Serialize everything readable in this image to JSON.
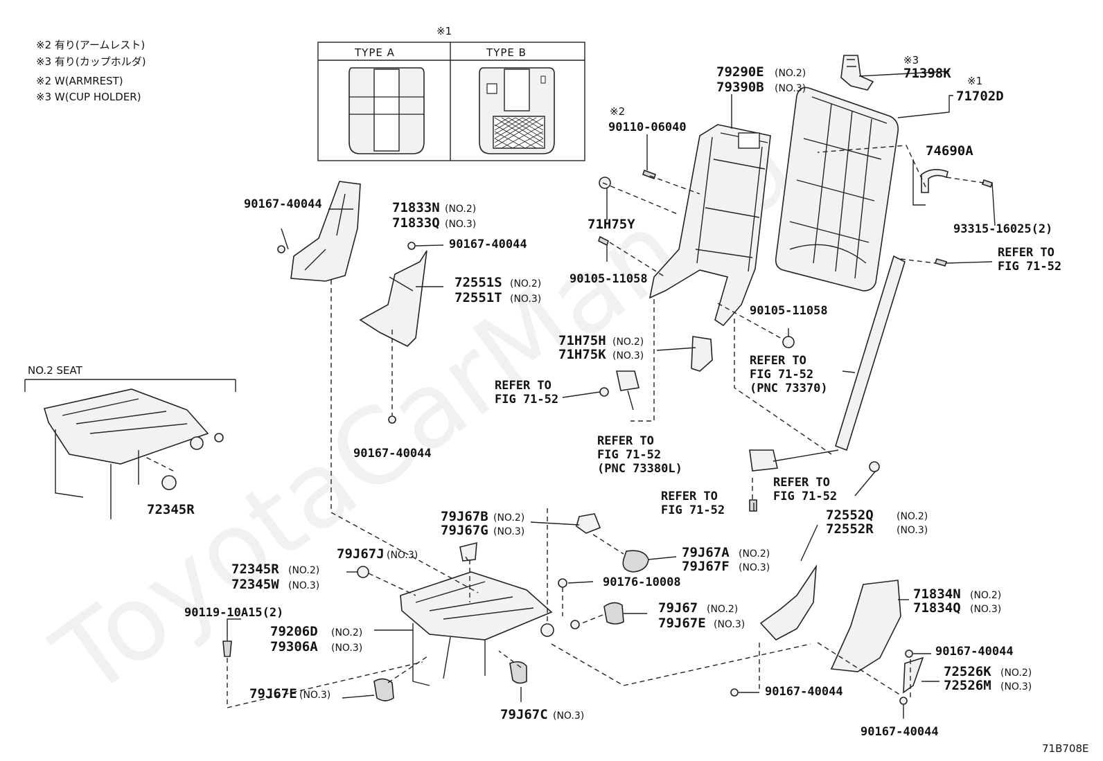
{
  "notes": [
    "※2 有り(アームレスト)",
    "※3 有り(カップホルダ)",
    "※2  W(ARMREST)",
    "※3  W(CUP HOLDER)"
  ],
  "type_table": {
    "mark": "※1",
    "col_a": "TYPE  A",
    "col_b": "TYPE  B"
  },
  "no2_seat_label": "NO.2 SEAT",
  "watermark": "ToyotaCarMan.ru",
  "figure_code": "71B708E",
  "labels": {
    "l71398k_mark": "※3",
    "l71398k": "71398K",
    "l71702d_mark": "※1",
    "l71702d": "71702D",
    "l79290e": "79290E",
    "l79290e_sub": "(NO.2)",
    "l79390b": "79390B",
    "l79390b_sub": "(NO.3)",
    "l90110_mark": "※2",
    "l90110": "90110-06040",
    "l74690a": "74690A",
    "l93315": "93315-16025(2)",
    "l71h75y": "71H75Y",
    "l90105_a": "90105-11058",
    "l90105_b": "90105-11058",
    "ref_right_1": "REFER TO",
    "ref_right_2": "FIG 71-52",
    "l90167_tl": "90167-40044",
    "l71833n": "71833N",
    "l71833n_sub": "(NO.2)",
    "l71833q": "71833Q",
    "l71833q_sub": "(NO.3)",
    "l90167_tm": "90167-40044",
    "l72551s": "72551S",
    "l72551s_sub": "(NO.2)",
    "l72551t": "72551T",
    "l72551t_sub": "(NO.3)",
    "l71h75h": "71H75H",
    "l71h75h_sub": "(NO.2)",
    "l71h75k": "71H75K",
    "l71h75k_sub": "(NO.3)",
    "ref_73370_1": "REFER TO",
    "ref_73370_2": "FIG 71-52",
    "ref_73370_3": "(PNC 73370)",
    "ref_buckle_1": "REFER TO",
    "ref_buckle_2": "FIG 71-52",
    "ref_73380_1": "REFER TO",
    "ref_73380_2": "FIG 71-52",
    "ref_73380_3": "(PNC 73380L)",
    "l90167_mid": "90167-40044",
    "ref_bolt_1": "REFER TO",
    "ref_bolt_2": "FIG 71-52",
    "ref_anchor_1": "REFER TO",
    "ref_anchor_2": "FIG 71-52",
    "l72345r_top": "72345R",
    "l79j67b": "79J67B",
    "l79j67b_sub": "(NO.2)",
    "l79j67g": "79J67G",
    "l79j67g_sub": "(NO.3)",
    "l72552q": "72552Q",
    "l72552q_sub": "(NO.2)",
    "l72552r": "72552R",
    "l72552r_sub": "(NO.3)",
    "l79j67j": "79J67J",
    "l79j67j_sub": "(NO.3)",
    "l79j67a": "79J67A",
    "l79j67a_sub": "(NO.2)",
    "l79j67f": "79J67F",
    "l79j67f_sub": "(NO.3)",
    "l72345r": "72345R",
    "l72345r_sub": "(NO.2)",
    "l72345w": "72345W",
    "l72345w_sub": "(NO.3)",
    "l90176": "90176-10008",
    "l71834n": "71834N",
    "l71834n_sub": "(NO.2)",
    "l71834q": "71834Q",
    "l71834q_sub": "(NO.3)",
    "l90119": "90119-10A15(2)",
    "l79j67": "79J67",
    "l79j67_sub": "(NO.2)",
    "l79j67e_r": "79J67E",
    "l79j67e_r_sub": "(NO.3)",
    "l79206d": "79206D",
    "l79206d_sub": "(NO.2)",
    "l79306a": "79306A",
    "l79306a_sub": "(NO.3)",
    "l90167_r1": "90167-40044",
    "l72526k": "72526K",
    "l72526k_sub": "(NO.2)",
    "l72526m": "72526M",
    "l72526m_sub": "(NO.3)",
    "l79j67e_l": "79J67E",
    "l79j67e_l_sub": "(NO.3)",
    "l90167_r2": "90167-40044",
    "l79j67c": "79J67C",
    "l79j67c_sub": "(NO.3)",
    "l90167_r3": "90167-40044"
  }
}
